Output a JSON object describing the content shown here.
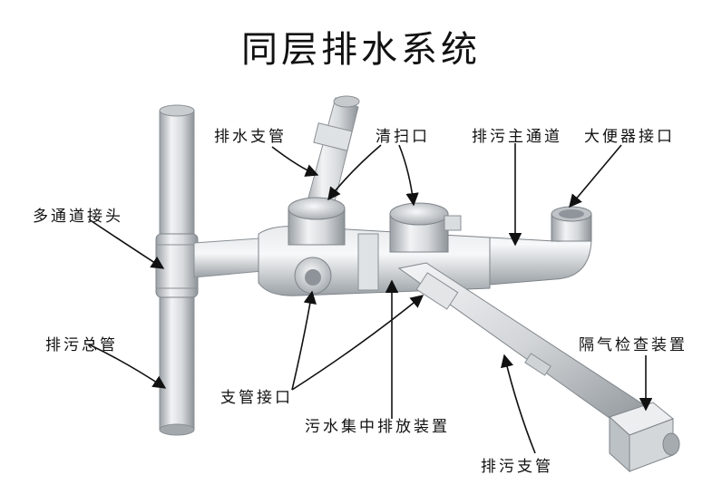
{
  "title": "同层排水系统",
  "labels": {
    "branch_pipe": "排水支管",
    "cleanout": "清扫口",
    "main_channel": "排污主通道",
    "toilet_connector": "大便器接口",
    "multi_joint": "多通道接头",
    "main_stack": "排污总管",
    "branch_inlet": "支管接口",
    "collector": "污水集中排放装置",
    "air_box": "隔气检查装置",
    "sewage_branch": "排污支管"
  }
}
